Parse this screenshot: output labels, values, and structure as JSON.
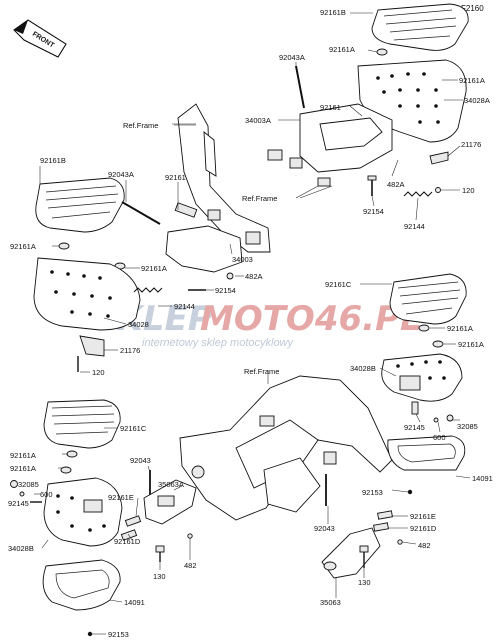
{
  "diagram_code": "F2160",
  "front_label": "FRONT",
  "watermark": {
    "name_left": "SKLEP",
    "name_right": "MOTO46.PL",
    "tagline": "internetowy sklep motocyklowy"
  },
  "frame_refs": [
    "Ref.Frame",
    "Ref.Frame",
    "Ref.Frame"
  ],
  "labels": [
    "92161B",
    "92161A",
    "92161A",
    "34028A",
    "92043A",
    "92161",
    "34003A",
    "21176",
    "482A",
    "120",
    "92154",
    "92144",
    "92161B",
    "92043A",
    "92161",
    "92161A",
    "92161A",
    "34003",
    "482A",
    "92154",
    "92144",
    "34028",
    "21176",
    "120",
    "92161C",
    "92161A",
    "92161A",
    "34028B",
    "92145",
    "600",
    "32085",
    "14091",
    "92153",
    "92161C",
    "92161A",
    "92161A",
    "32085",
    "600",
    "92145",
    "34028B",
    "14091",
    "92153",
    "92043",
    "35063A",
    "92161E",
    "92161D",
    "130",
    "482",
    "92043",
    "92161E",
    "92161D",
    "482",
    "130",
    "35063"
  ]
}
